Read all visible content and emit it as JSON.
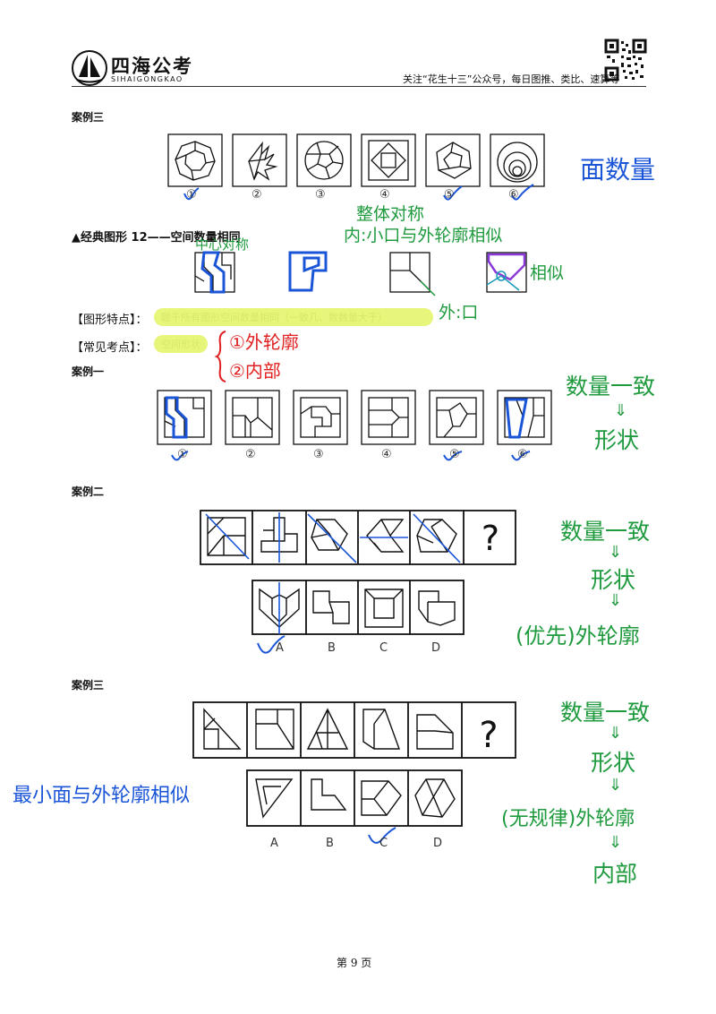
{
  "header": {
    "brand": "四海公考",
    "brand_sub": "SIHAIGONGKAO",
    "note": "关注“花生十三”公众号，每日图推、类比、速算等"
  },
  "case3_top": {
    "title": "案例三",
    "labels": [
      "①",
      "②",
      "③",
      "④",
      "⑤",
      "⑥"
    ],
    "note": "面数量"
  },
  "section12": {
    "title": "▲经典图形 12——空间数量相同",
    "note_center": "中心对称",
    "note_whole": "整体对称",
    "note_inner": "内:小口与外轮廓相似",
    "note_similar": "相似",
    "note_outer": "外:口"
  },
  "features": {
    "label": "【图形特点】：",
    "highlight": "题干所有图形空间数量相同（一致几、数数量大于）"
  },
  "common": {
    "label": "【常见考点】：",
    "highlight": "空间形状",
    "item1": "①外轮廓",
    "item2": "②内部"
  },
  "case1": {
    "title": "案例一",
    "labels": [
      "①",
      "②",
      "③",
      "④",
      "⑤",
      "⑥"
    ],
    "notes": [
      "数量一致",
      "⇓",
      "形状"
    ]
  },
  "case2": {
    "title": "案例二",
    "question": "?",
    "options": [
      "A",
      "B",
      "C",
      "D"
    ],
    "notes": [
      "数量一致",
      "⇓",
      "形状",
      "⇓",
      "(优先)外轮廓"
    ]
  },
  "case3": {
    "title": "案例三",
    "question": "?",
    "options": [
      "A",
      "B",
      "C",
      "D"
    ],
    "left_note": "最小面与外轮廓相似",
    "notes": [
      "数量一致",
      "⇓",
      "形状",
      "⇓",
      "(无规律)外轮廓",
      "⇓",
      "内部"
    ]
  },
  "footer": {
    "page": "第 9 页"
  },
  "colors": {
    "green": "#1f9a3e",
    "blue": "#1a55d8",
    "red": "#e02020",
    "highlight": "#e7f57a",
    "purple": "#8a3ad8"
  }
}
